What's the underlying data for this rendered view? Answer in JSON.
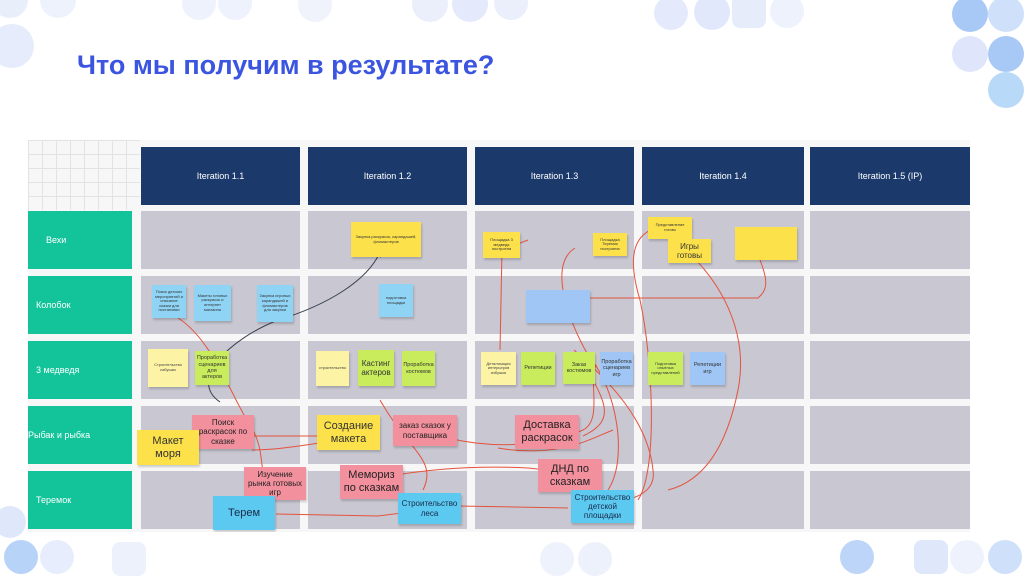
{
  "slide": {
    "title": "Что мы получим в результате?"
  },
  "board": {
    "iterations": [
      "Iteration 1.1",
      "Iteration 1.2",
      "Iteration 1.3",
      "Iteration 1.4",
      "Iteration 1.5 (IP)"
    ],
    "lanes": [
      "Вехи",
      "Колобок",
      "3 медведя",
      "Рыбак и рыбка",
      "Теремок"
    ],
    "notes": {
      "zakupka": "Закупка раскрасок, карандашей, фломастеров",
      "ploschadka3": "Площадка 3 медведя построена",
      "ploschadkaTeremok": "Площадка Теремок построена",
      "predstavlenie": "Представление готово",
      "igryGotovy": "Игры готовы",
      "kol1": "Поиск детских мероприятий и описание сказки для постановки",
      "kol2": "Макеты готовых раскрасок и интернет магазина",
      "kol3": "Закупка игровых карандашей и фломастеров для закупки",
      "podgotovka": "подготовка площадки",
      "stroitIzbushki": "Строительство избушки",
      "prorabotkaAkterov": "Проработка сценариев для актеров",
      "stroitelstvo": "строительство",
      "kasting": "Кастинг актеров",
      "prorabotkaKostumov": "Проработка костюмов",
      "detalizatsiya": "Детализация интерьеров избушки",
      "repetitsii": "Репетиции",
      "zakazKostumov": "Заказ костюмов",
      "prorabotkaIgr": "Проработка сценариев игр",
      "podgotovkaPost": "Подготовка опытных представлений",
      "repetitsiiIgr": "Репетиции игр",
      "poisk": "Поиск раскрасок по сказке",
      "maketMorya": "Макет моря",
      "sozdanieMaketa": "Создание макета",
      "zakazSkazok": "заказ сказок у поставщика",
      "dostavka": "Доставка раскрасок",
      "izuchenie": "Изучение рынка готовых игр",
      "memoriz": "Мемориз по сказкам",
      "dnd": "ДНД по сказкам",
      "terem": "Терем",
      "stroitLesa": "Строительство леса",
      "stroitDetskoy": "Строительство детской площадки"
    }
  },
  "colors": {
    "title": "#3b55e0",
    "iterationHeader": "#1b3a6b",
    "laneHeader": "#13c39a",
    "cell": "#c8c7d2",
    "dependencyLine": "#e5533d",
    "arrow": "#3a4150"
  }
}
